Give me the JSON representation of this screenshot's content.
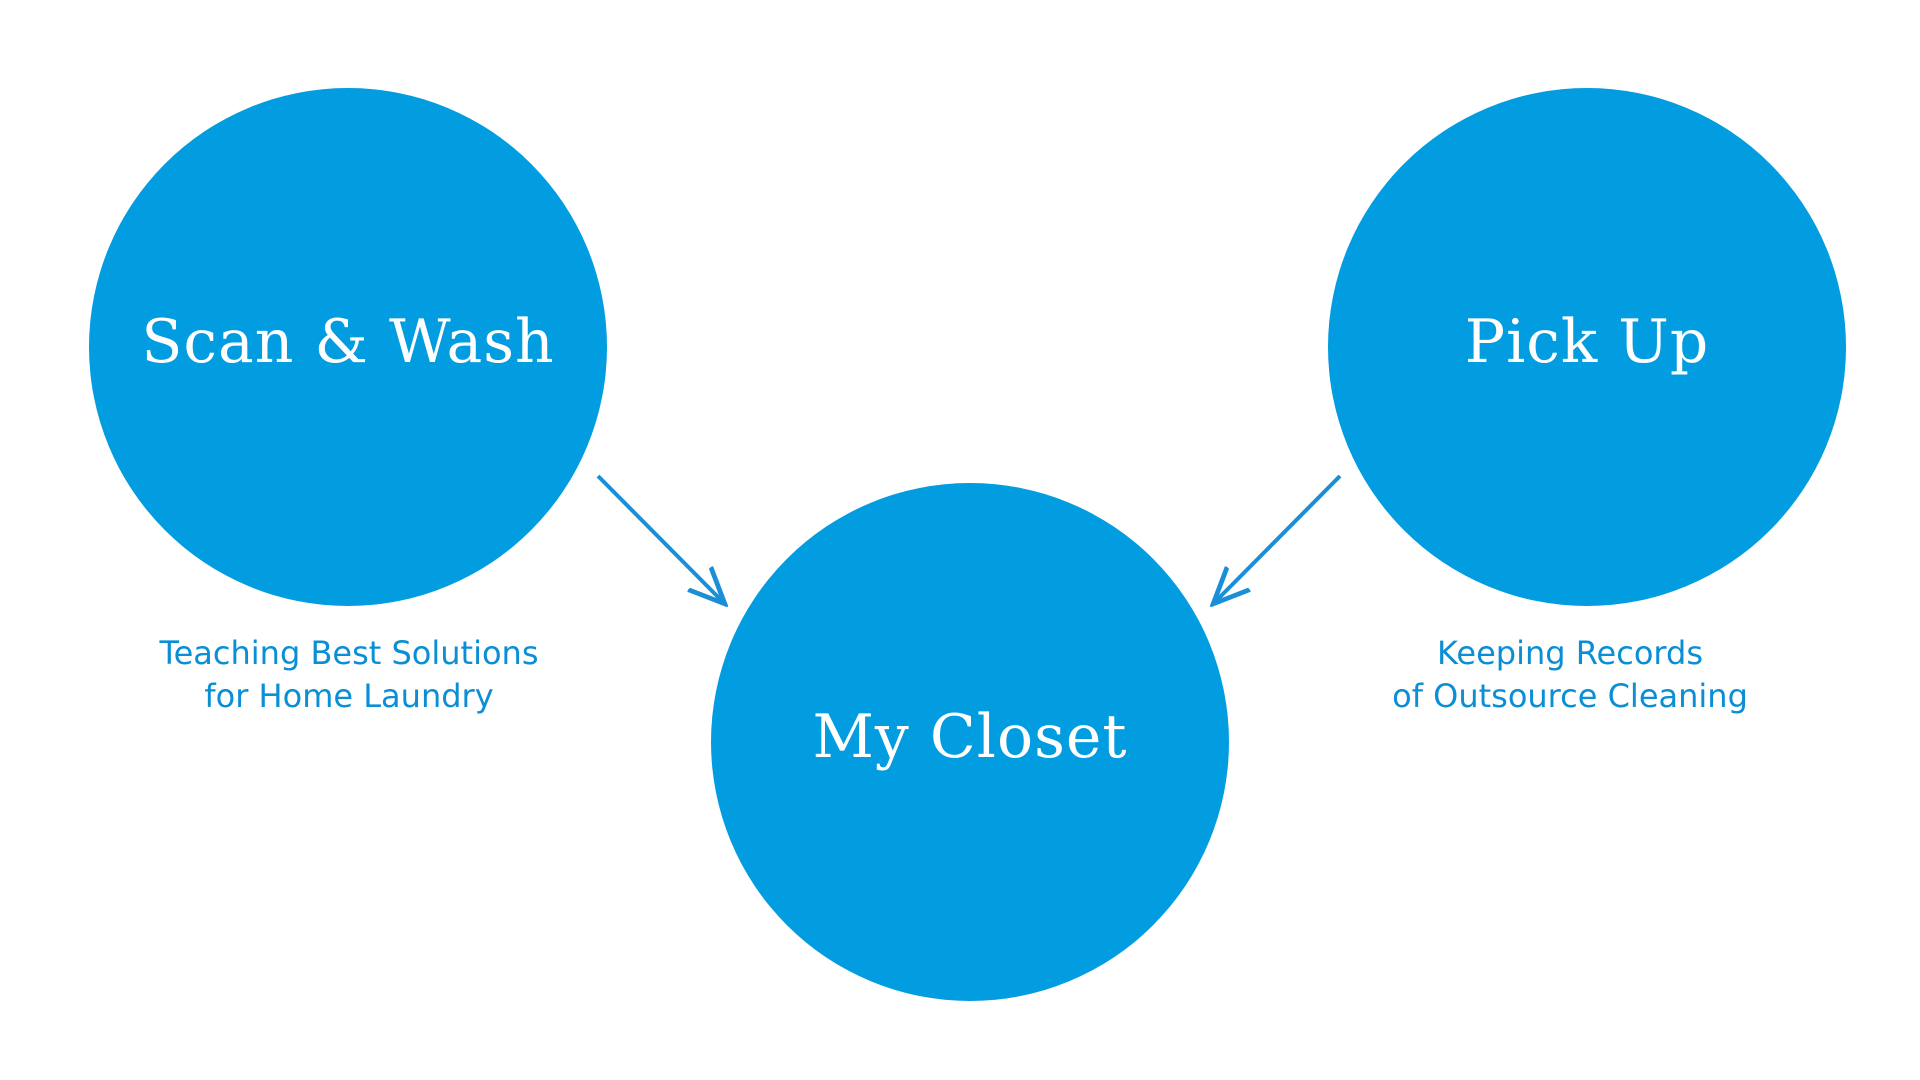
{
  "diagram": {
    "nodes": {
      "left": {
        "label": "Scan & Wash",
        "caption_lines": [
          "Teaching Best Solutions",
          "for Home Laundry"
        ]
      },
      "right": {
        "label": "Pick Up",
        "caption_lines": [
          "Keeping Records",
          "of Outsource Cleaning"
        ]
      },
      "center": {
        "label": "My Closet"
      }
    },
    "edges": [
      {
        "from": "Scan & Wash",
        "to": "My Closet"
      },
      {
        "from": "Pick Up",
        "to": "My Closet"
      }
    ],
    "colors": {
      "circle_fill": "#029ce0",
      "circle_text": "#ffffff",
      "caption_text": "#0a8fd6",
      "arrow": "#1a8fd8",
      "background": "#ffffff"
    }
  }
}
